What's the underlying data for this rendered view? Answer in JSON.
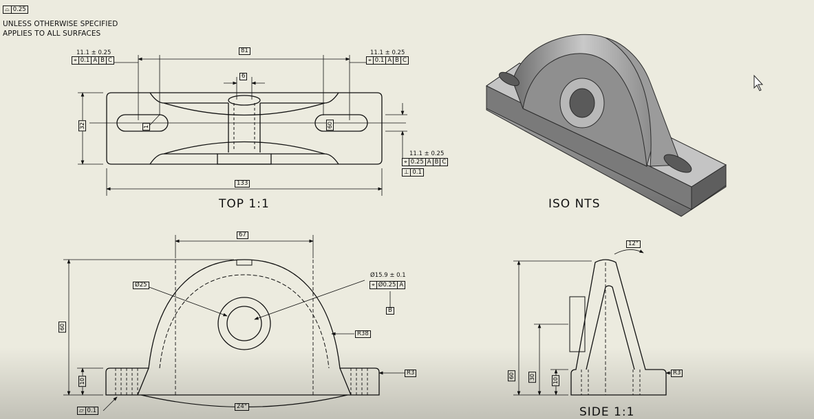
{
  "profile_note": {
    "symbol": "profile-of-surface-icon",
    "value": "0.25",
    "lines": [
      "UNLESS OTHERWISE SPECIFIED",
      "APPLIES TO ALL SURFACES"
    ]
  },
  "top_view": {
    "title": "TOP 1:1",
    "dims": {
      "overall_width": "81",
      "top_slot": "6",
      "left_height": "32",
      "left_slot": "1",
      "right_slot": "60",
      "overall_length": "133"
    },
    "left_fcf": {
      "tol": "11.1 ± 0.25",
      "cells": [
        "⌖",
        "0.1",
        "A",
        "B",
        "C"
      ]
    },
    "right_fcf": {
      "tol": "11.1 ± 0.25",
      "cells": [
        "⌖",
        "0.1",
        "A",
        "B",
        "C"
      ]
    },
    "bottom_fcf": {
      "tol": "11.1 ± 0.25",
      "row1": [
        "⌖",
        "0.25",
        "A",
        "B",
        "C"
      ],
      "row2": [
        "⊥",
        "0.1"
      ]
    }
  },
  "iso_view": {
    "title": "ISO NTS"
  },
  "front_view": {
    "dims": {
      "width": "67",
      "bore_dia": "Ø25",
      "height": "60",
      "base": "10",
      "arc_radius": "R38",
      "fillet": "R3",
      "angle": "24°",
      "flatness": "0.1"
    },
    "hole": {
      "dia": "Ø15.9 ± 0.1",
      "cells": [
        "⌖",
        "Ø0.25",
        "A"
      ],
      "datum": "B"
    }
  },
  "side_view": {
    "title": "SIDE 1:1",
    "dims": {
      "angle": "12°",
      "height": "60",
      "center": "30",
      "base": "10",
      "fillet": "R3"
    }
  }
}
